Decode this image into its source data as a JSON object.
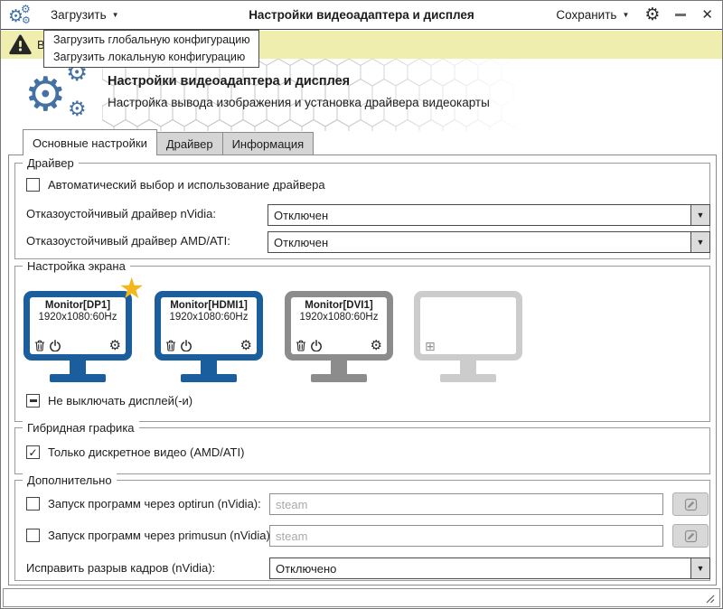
{
  "titlebar": {
    "load": "Загрузить",
    "title": "Настройки видеоадаптера и дисплея",
    "save": "Сохранить"
  },
  "menu": {
    "item1": "Загрузить глобальную конфигурацию",
    "item2": "Загрузить локальную конфигурацию"
  },
  "warning": {
    "text": "В"
  },
  "header": {
    "title": "Настройки видеоадаптера и дисплея",
    "subtitle": "Настройка вывода изображения и установка драйвера видеокарты"
  },
  "tabs": {
    "main": "Основные настройки",
    "driver": "Драйвер",
    "info": "Информация"
  },
  "driver": {
    "legend": "Драйвер",
    "auto_label": "Автоматический выбор и использование драйвера",
    "nvidia_label": "Отказоустойчивый драйвер nVidia:",
    "nvidia_value": "Отключен",
    "amd_label": "Отказоустойчивый драйвер AMD/ATI:",
    "amd_value": "Отключен"
  },
  "screen": {
    "legend": "Настройка экрана",
    "monitors": [
      {
        "name": "Monitor[DP1]",
        "res": "1920x1080:60Hz",
        "starred": true
      },
      {
        "name": "Monitor[HDMI1]",
        "res": "1920x1080:60Hz",
        "starred": false
      },
      {
        "name": "Monitor[DVI1]",
        "res": "1920x1080:60Hz",
        "starred": false
      }
    ],
    "keep_label": "Не выключать дисплей(-и)"
  },
  "hybrid": {
    "legend": "Гибридная графика",
    "discrete_label": "Только дискретное видео (AMD/ATI)"
  },
  "extra": {
    "legend": "Дополнительно",
    "optirun_label": "Запуск программ через optirun (nVidia):",
    "primusun_label": "Запуск программ через primusun (nVidia):",
    "steam_placeholder": "steam",
    "tear_label": "Исправить разрыв кадров (nVidia):",
    "tear_value": "Отключено"
  },
  "colors": {
    "accent_blue": "#1b5e9e",
    "icon_blue": "#4371a4",
    "warning_yellow": "#efeeae",
    "star_gold": "#f3b71b",
    "monitor_gray": "#8c8c8c",
    "monitor_faded": "#cccccc"
  }
}
